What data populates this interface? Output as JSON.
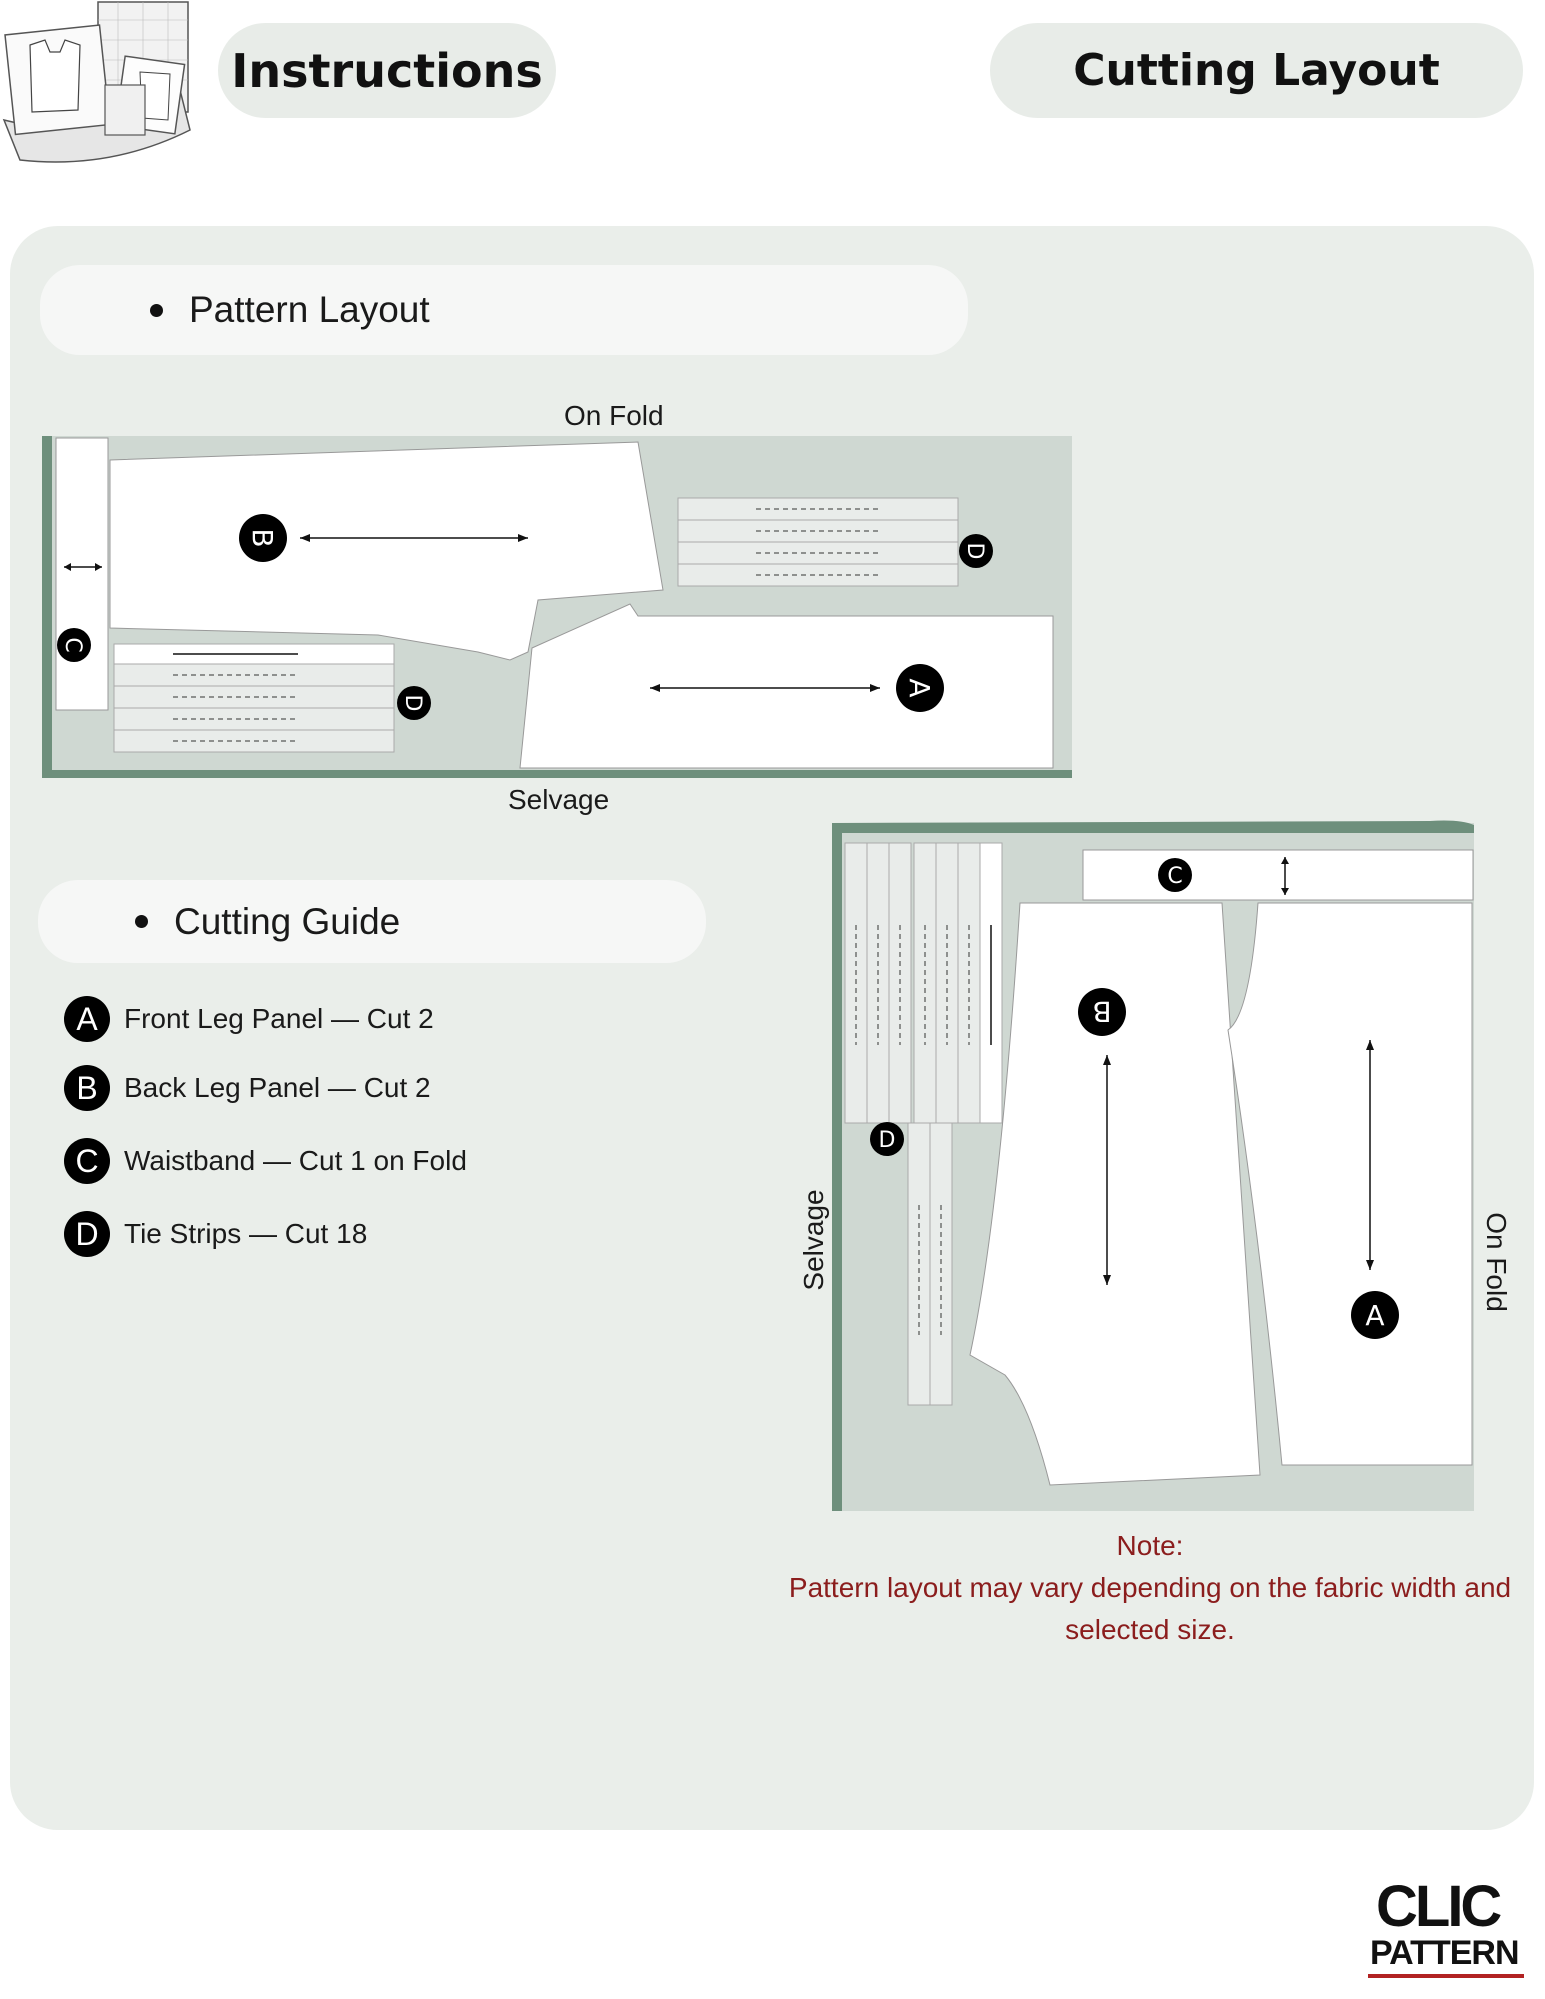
{
  "header": {
    "instructions_label": "Instructions",
    "layout_label": "Cutting Layout"
  },
  "sections": {
    "pattern_layout": "Pattern Layout",
    "cutting_guide": "Cutting Guide"
  },
  "diagram_labels": {
    "on_fold": "On Fold",
    "selvage": "Selvage"
  },
  "pieces": {
    "A": "A",
    "B": "B",
    "C": "C",
    "D": "D"
  },
  "cutting_guide": [
    {
      "letter": "A",
      "text": "Front Leg Panel — Cut 2"
    },
    {
      "letter": "B",
      "text": "Back Leg Panel — Cut 2"
    },
    {
      "letter": "C",
      "text": "Waistband — Cut 1 on Fold"
    },
    {
      "letter": "D",
      "text": "Tie Strips — Cut 18"
    }
  ],
  "note": {
    "title": "Note:",
    "line1": "Pattern layout may vary depending on the fabric width and",
    "line2": "selected size."
  },
  "logo": {
    "line1": "CLIC",
    "line2": "PATTERN"
  },
  "colors": {
    "panel": "#eaeeea",
    "fabric": "#cfd8d2",
    "fabric_edge": "#6e8f7c",
    "note": "#8b1d1d",
    "brand_accent": "#b22222"
  }
}
